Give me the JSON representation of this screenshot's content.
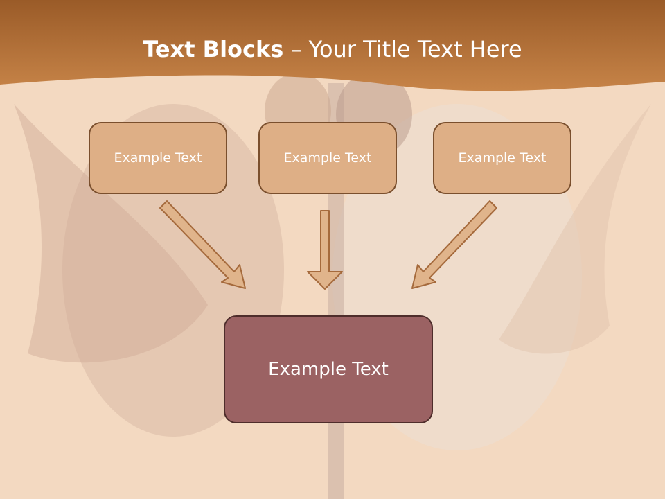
{
  "slide": {
    "title_bold": "Text Blocks",
    "title_rest": "Your Title Text Here",
    "title_separator": "–",
    "blocks": [
      {
        "label": "Example Text"
      },
      {
        "label": "Example Text"
      },
      {
        "label": "Example Text"
      }
    ],
    "result_block": {
      "label": "Example Text"
    },
    "colors": {
      "band": "#c17a40",
      "block_fill": "#deaf86",
      "block_border": "#7a4f2d",
      "result_fill": "#9b6263",
      "arrow_fill": "#e0b48b"
    }
  }
}
